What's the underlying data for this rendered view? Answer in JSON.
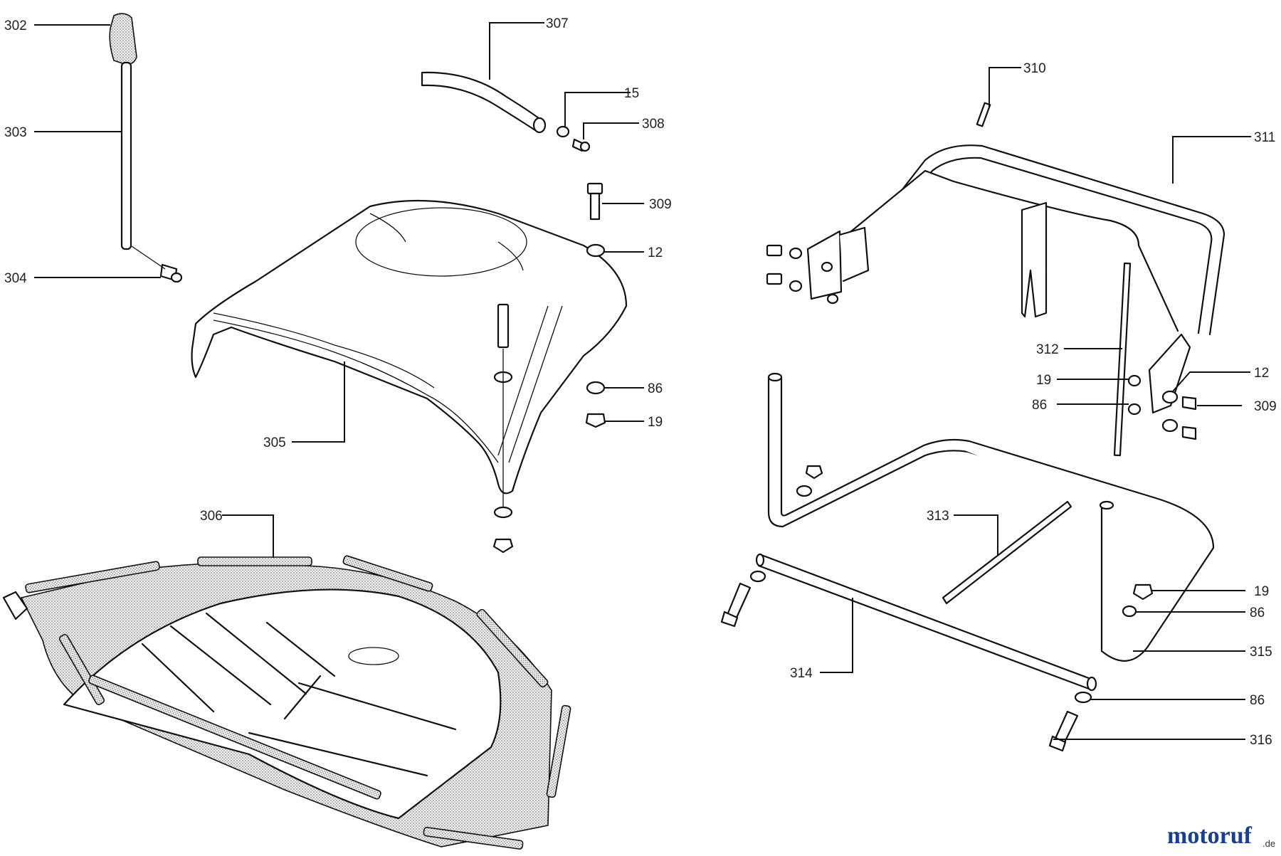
{
  "labels": {
    "l302": "302",
    "l303": "303",
    "l304": "304",
    "l305": "305",
    "l306": "306",
    "l307": "307",
    "l15": "15",
    "l308": "308",
    "l309a": "309",
    "l12a": "12",
    "l86a": "86",
    "l19a": "19",
    "l310": "310",
    "l311": "311",
    "l312": "312",
    "l19b": "19",
    "l86b": "86",
    "l12b": "12",
    "l309b": "309",
    "l313": "313",
    "l19c": "19",
    "l86c": "86",
    "l315": "315",
    "l314": "314",
    "l86d": "86",
    "l316": "316"
  },
  "watermark": {
    "brand": "motoruf",
    "suffix": ".de"
  },
  "colors": {
    "brand_blue": "#1b3f8f",
    "brand_green": "#3f9a32",
    "ink": "#111111"
  }
}
